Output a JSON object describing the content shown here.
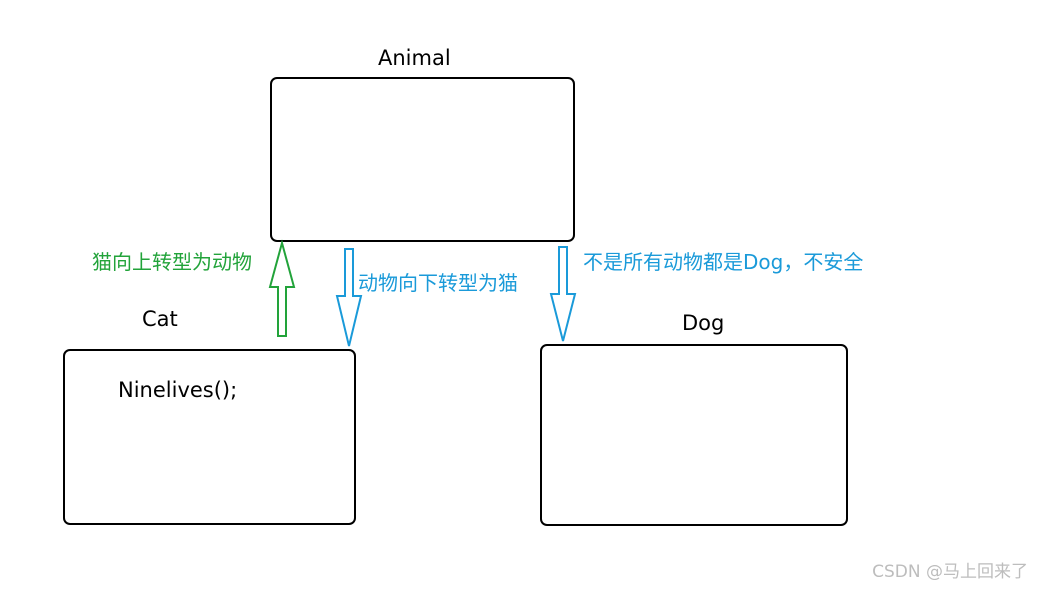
{
  "colors": {
    "up_arrow": "#22a33a",
    "down_arrow": "#1a9ad9",
    "up_note": "#22a33a",
    "down_note": "#1a9ad9",
    "box_stroke": "#000000",
    "watermark": "#bdbdbd"
  },
  "nodes": {
    "animal": {
      "label": "Animal"
    },
    "cat": {
      "label": "Cat",
      "content": "Ninelives();"
    },
    "dog": {
      "label": "Dog"
    }
  },
  "edges": {
    "cat_to_animal": {
      "note": "猫向上转型为动物"
    },
    "animal_to_cat": {
      "note": "动物向下转型为猫"
    },
    "animal_to_dog": {
      "note": "不是所有动物都是Dog，不安全"
    }
  },
  "watermark": "CSDN @马上回来了"
}
